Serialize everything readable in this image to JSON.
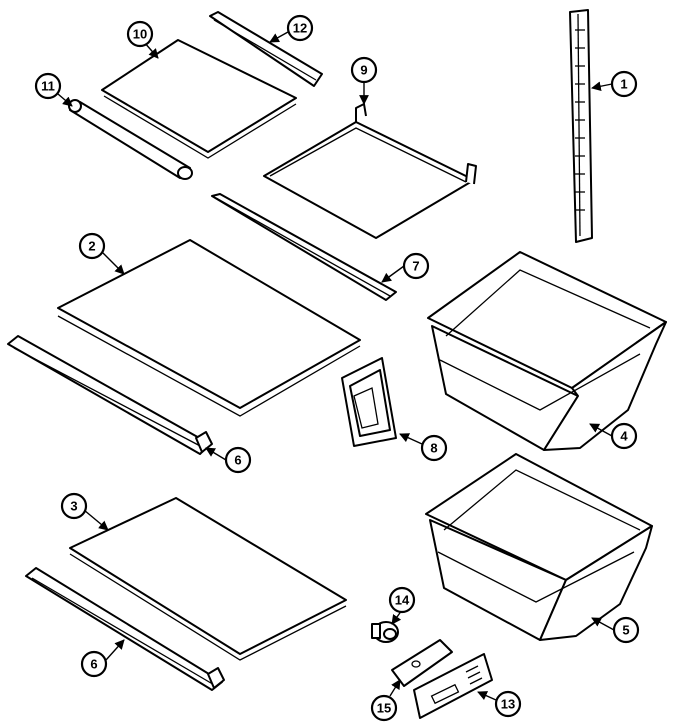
{
  "callouts": {
    "c1": "1",
    "c2": "2",
    "c3": "3",
    "c4": "4",
    "c5": "5",
    "c6a": "6",
    "c6b": "6",
    "c7": "7",
    "c8": "8",
    "c9": "9",
    "c10": "10",
    "c11": "11",
    "c12": "12",
    "c13": "13",
    "c14": "14",
    "c15": "15"
  }
}
